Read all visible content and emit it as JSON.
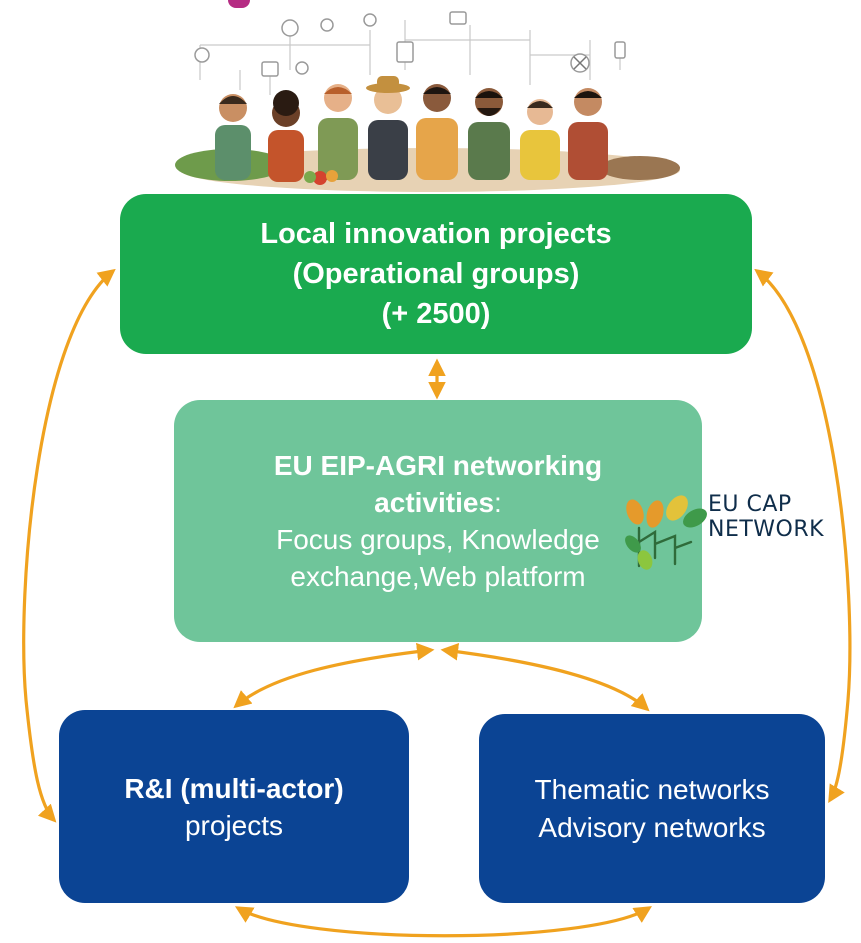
{
  "boxes": {
    "local": {
      "line1": "Local innovation projects",
      "line2": "(Operational groups)",
      "line3": "(+ 2500)",
      "color": "#1aaa4f"
    },
    "eu": {
      "title_line1": "EU EIP-AGRI networking",
      "title_line2": "activities",
      "title_colon": ":",
      "detail_line1": "Focus groups, Knowledge",
      "detail_line2": "exchange,Web platform",
      "color": "#6fc59a"
    },
    "ri": {
      "title": "R&I (multi-actor)",
      "subtitle": "projects",
      "color": "#0b4494"
    },
    "thematic": {
      "line1": "Thematic networks",
      "line2": "Advisory networks",
      "color": "#0b4494"
    }
  },
  "logo": {
    "line1": "EU CAP",
    "line2": "NETWORK",
    "mark_icon": "sprout-leaves-icon"
  },
  "connector_color": "#f0a21f",
  "illustration_icon": "farmers-group-illustration"
}
